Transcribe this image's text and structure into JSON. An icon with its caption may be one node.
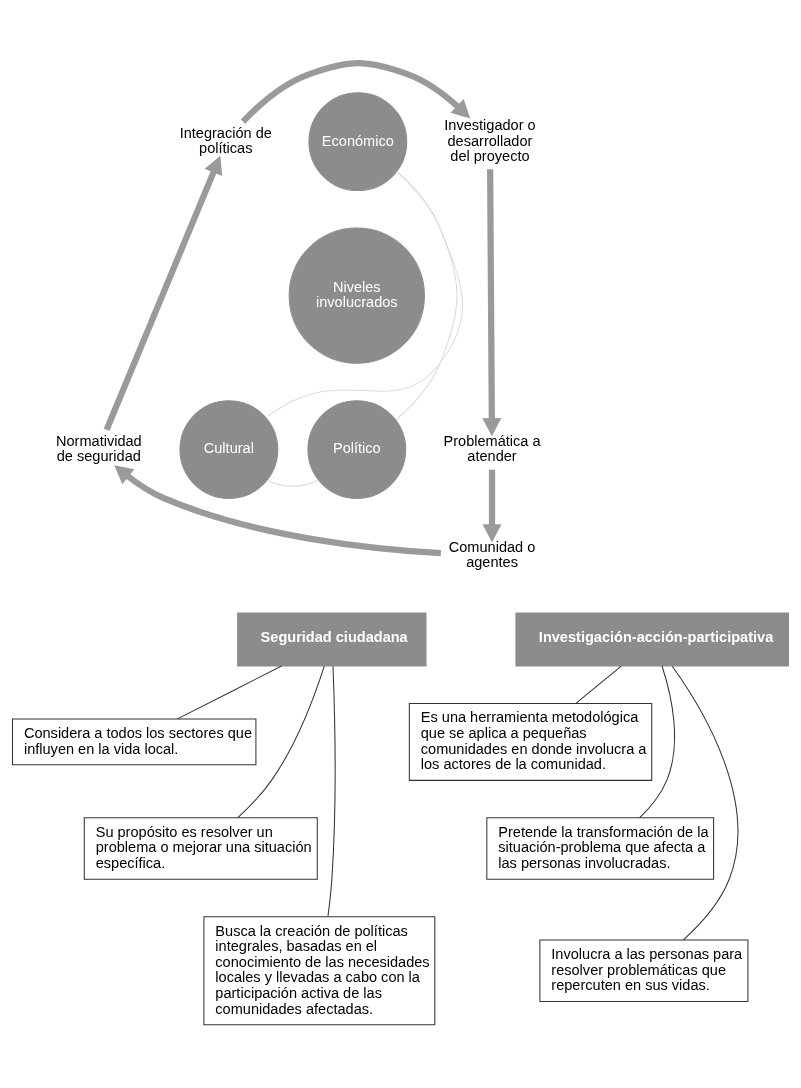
{
  "diagram": {
    "nodes": [
      {
        "text": [
          "Integración de políticas"
        ]
      },
      {
        "text": [
          "Investigador o desarrollador del proyecto"
        ]
      },
      {
        "text": [
          "Económico"
        ]
      },
      {
        "text": [
          "Niveles involucrados"
        ]
      },
      {
        "text": [
          "Normatividad de seguridad"
        ]
      },
      {
        "text": [
          "Cultural"
        ]
      },
      {
        "text": [
          "Político"
        ]
      },
      {
        "text": [
          "Problemática a atender"
        ]
      },
      {
        "text": [
          "Comunidad o agentes"
        ]
      },
      {
        "text": [
          "Seguridad ciudadana"
        ]
      },
      {
        "text": [
          "Investigación-acción-participativa"
        ]
      },
      {
        "text": [
          "Considera a todos los sectores que influyen en la vida local."
        ]
      },
      {
        "text": [
          "Su propósito es resolver un problema o mejorar una situación específica."
        ]
      },
      {
        "text": [
          "Busca la creación de políticas integrales, basadas en el conocimiento de las necesidades locales y llevadas a cabo con la participación activa de las comunidades afectadas."
        ]
      },
      {
        "text": [
          "Es una herramienta metodológica que se aplica a pequeñas comunidades en donde involucra a los actores de la comunidad."
        ]
      },
      {
        "text": [
          "Pretende la transformación de la situación-problema que afecta a las personas involucradas."
        ]
      },
      {
        "text": [
          "Involucra a las personas para resolver problemáticas que repercuten en sus vidas."
        ]
      }
    ],
    "edges": [
      {
        "from": 0,
        "to": 1,
        "arrow": "to",
        "style": "thick",
        "color": "#9a9a9a"
      },
      {
        "from": 1,
        "to": 7,
        "arrow": "to",
        "style": "thick",
        "color": "#9a9a9a"
      },
      {
        "from": 7,
        "to": 8,
        "arrow": "to",
        "style": "thick",
        "color": "#9a9a9a"
      },
      {
        "from": 8,
        "to": 4,
        "arrow": "to",
        "style": "thick",
        "color": "#9a9a9a"
      },
      {
        "from": 4,
        "to": 0,
        "arrow": "to",
        "style": "thick",
        "color": "#9a9a9a"
      },
      {
        "from": 2,
        "to": 6,
        "arrow": "none",
        "color": "#dcdcdc"
      },
      {
        "from": 6,
        "to": 5,
        "arrow": "none",
        "color": "#dcdcdc"
      },
      {
        "from": 5,
        "to": 2,
        "arrow": "none",
        "color": "#dcdcdc"
      },
      {
        "from": 9,
        "to": 11,
        "arrow": "none"
      },
      {
        "from": 9,
        "to": 12,
        "arrow": "none"
      },
      {
        "from": 9,
        "to": 13,
        "arrow": "none"
      },
      {
        "from": 10,
        "to": 14,
        "arrow": "none"
      },
      {
        "from": 10,
        "to": 15,
        "arrow": "none"
      },
      {
        "from": 10,
        "to": 16,
        "arrow": "none"
      }
    ]
  }
}
